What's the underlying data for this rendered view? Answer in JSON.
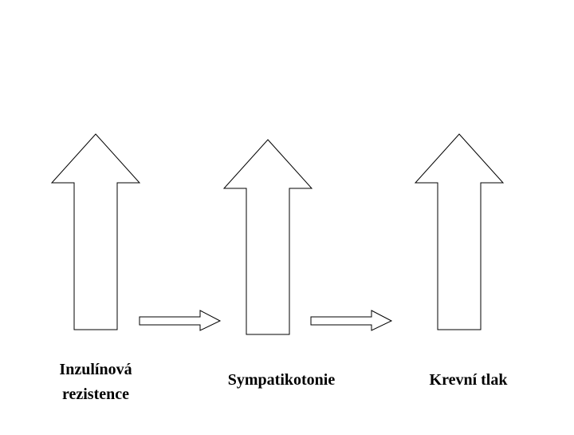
{
  "diagram": {
    "nodes": [
      {
        "id": "insulin",
        "label_lines": [
          "Inzulínová",
          "rezistence"
        ],
        "arrow": "up"
      },
      {
        "id": "sympathicotonia",
        "label_lines": [
          "Sympatikotonie"
        ],
        "arrow": "up"
      },
      {
        "id": "blood-pressure",
        "label_lines": [
          "Krevní tlak"
        ],
        "arrow": "up"
      }
    ],
    "links": [
      {
        "from": "insulin",
        "to": "sympathicotonia"
      },
      {
        "from": "sympathicotonia",
        "to": "blood-pressure"
      }
    ],
    "colors": {
      "stroke": "#000000",
      "fill": "#ffffff",
      "text": "#000000"
    }
  }
}
